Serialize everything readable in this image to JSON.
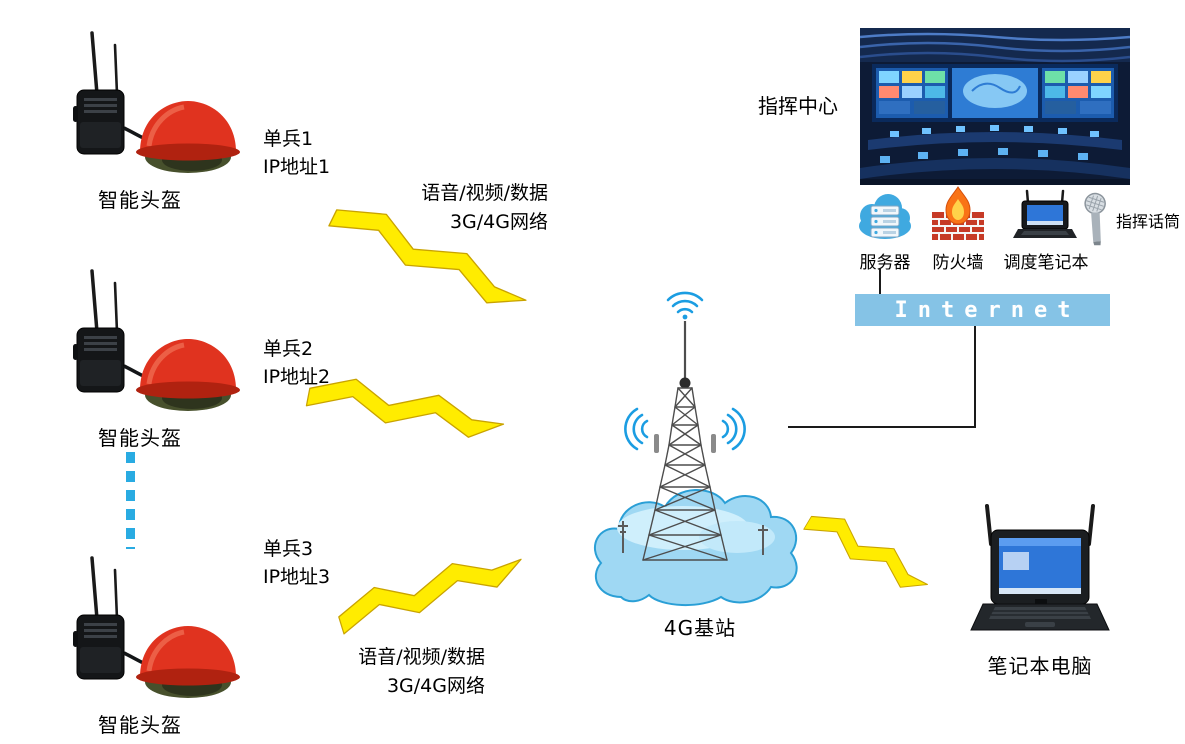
{
  "soldiers": [
    {
      "name": "单兵1",
      "ip": "IP地址1",
      "helmet_label": "智能头盔"
    },
    {
      "name": "单兵2",
      "ip": "IP地址2",
      "helmet_label": "智能头盔"
    },
    {
      "name": "单兵3",
      "ip": "IP地址3",
      "helmet_label": "智能头盔"
    }
  ],
  "link_notes": {
    "top": {
      "line1": "语音/视频/数据",
      "line2": "3G/4G网络"
    },
    "bottom": {
      "line1": "语音/视频/数据",
      "line2": "3G/4G网络"
    }
  },
  "base_station": {
    "label": "4G基站"
  },
  "command_center": {
    "label": "指挥中心"
  },
  "equipment": {
    "server_label": "服务器",
    "firewall_label": "防火墙",
    "dispatch_laptop_label": "调度笔记本",
    "microphone_label": "指挥话筒"
  },
  "internet": {
    "label": "Internet"
  },
  "field_laptop": {
    "label": "笔记本电脑"
  },
  "colors": {
    "lightning": "#ffec00",
    "lightning_outline": "#c9a300",
    "internet_bar": "#85c3e6",
    "dashed_link": "#29abe2",
    "wifi_signal": "#1b9de2",
    "helmet_red": "#e0331f",
    "cloud_blue": "#9fd8f3"
  }
}
